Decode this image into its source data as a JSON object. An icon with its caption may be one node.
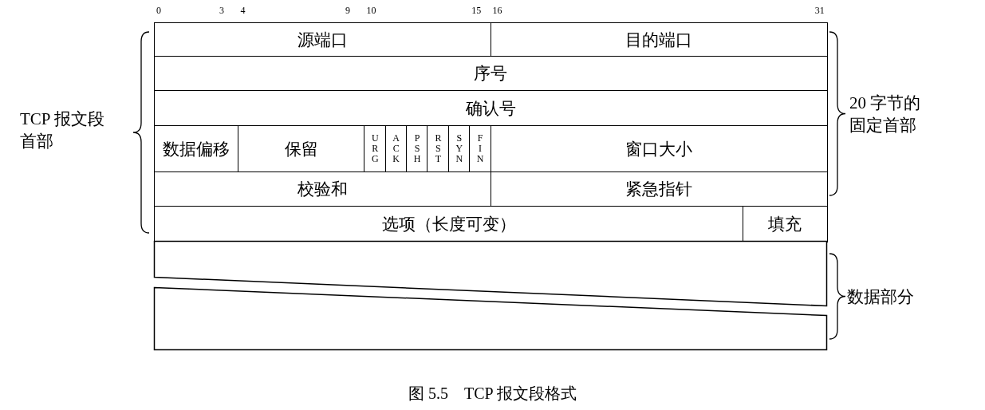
{
  "diagram": {
    "caption": "图 5.5　TCP 报文段格式",
    "nodes": [
      {
        "text": [
          "源端口"
        ]
      },
      {
        "text": [
          "目的端口"
        ]
      },
      {
        "text": [
          "序号"
        ]
      },
      {
        "text": [
          "确认号"
        ]
      },
      {
        "text": [
          "数据偏移"
        ]
      },
      {
        "text": [
          "保留"
        ]
      },
      {
        "text": [
          "URG"
        ]
      },
      {
        "text": [
          "ACK"
        ]
      },
      {
        "text": [
          "PSH"
        ]
      },
      {
        "text": [
          "RST"
        ]
      },
      {
        "text": [
          "SYN"
        ]
      },
      {
        "text": [
          "FIN"
        ]
      },
      {
        "text": [
          "窗口大小"
        ]
      },
      {
        "text": [
          "校验和"
        ]
      },
      {
        "text": [
          "紧急指针"
        ]
      },
      {
        "text": [
          "选项（长度可变）"
        ]
      },
      {
        "text": [
          "填充"
        ]
      },
      {
        "text": [],
        "shape": "box"
      },
      {
        "text": [],
        "shape": "box"
      }
    ],
    "labels": [
      "0",
      "3",
      "4",
      "9",
      "10",
      "15",
      "16",
      "31",
      "TCP 报文段首部",
      "20 字节的固定首部",
      "数据部分"
    ]
  }
}
